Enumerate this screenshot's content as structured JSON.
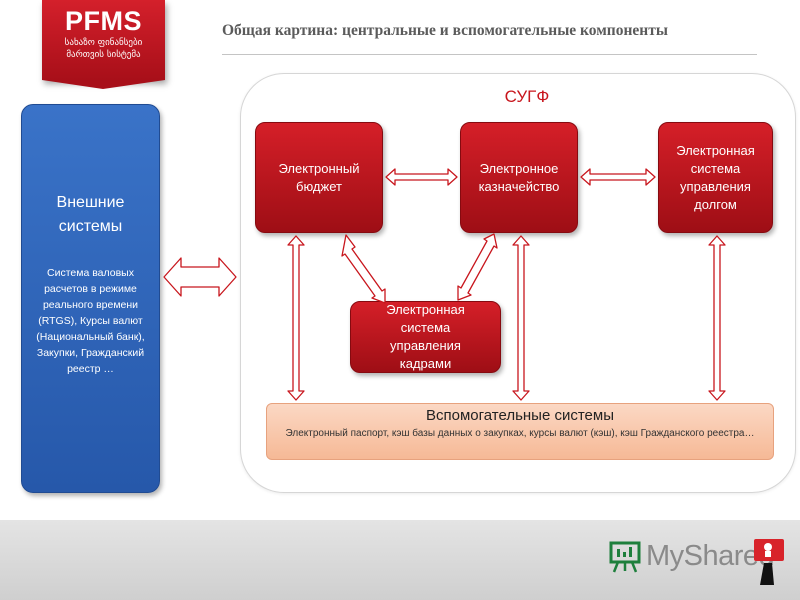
{
  "badge": {
    "title": "PFMS",
    "subtitle_line1": "სახაზო ფინანსები",
    "subtitle_line2": "მართვის სისტემა"
  },
  "slide_title": "Общая картина: центральные и вспомогательные компоненты",
  "container_label": "СУГФ",
  "external": {
    "title_line1": "Внешние",
    "title_line2": "системы",
    "body": "Система валовых расчетов в режиме реального времени (RTGS), Курсы валют (Национальный банк), Закупки, Гражданский реестр …"
  },
  "nodes": {
    "budget": "Электронный бюджет",
    "treasury": "Электронное казначейство",
    "debt": "Электронная система управления долгом",
    "hr": "Электронная система управления кадрами"
  },
  "aux": {
    "title": "Вспомогательные системы",
    "body": "Электронный паспорт, кэш базы данных о закупках, курсы валют (кэш), кэш Гражданского реестра…"
  },
  "logo": {
    "text": "MyShared"
  },
  "colors": {
    "accent_red": "#c8161d",
    "external_blue": "#2f66bb",
    "aux_peach": "#f8c7aa"
  }
}
